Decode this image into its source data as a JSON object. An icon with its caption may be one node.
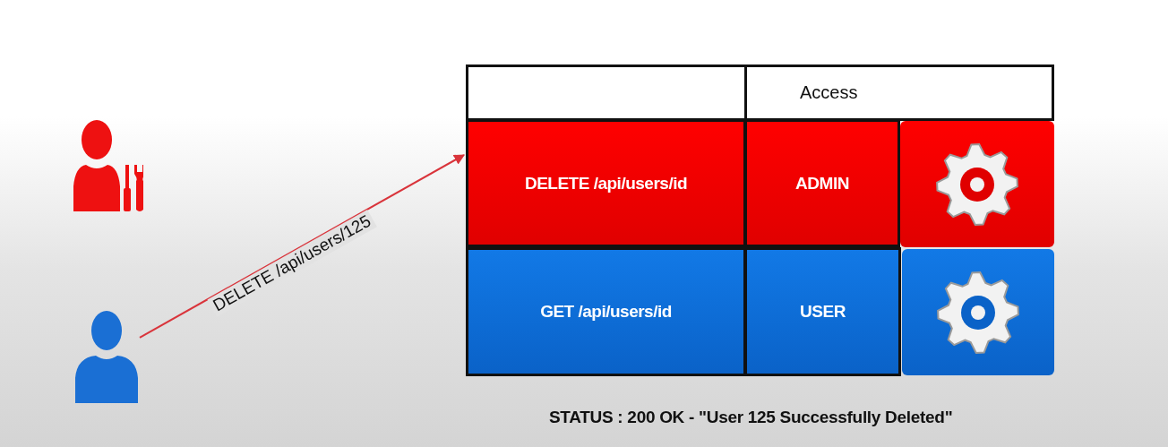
{
  "diagram": {
    "nodes": [
      {
        "text": [],
        "shape": "person"
      },
      {
        "text": [],
        "shape": "person"
      },
      {
        "text": [
          "DELETE /api/users/id"
        ]
      },
      {
        "text": [
          "ADMIN"
        ]
      },
      {
        "text": [],
        "shape": "box"
      },
      {
        "text": [
          "GET /api/users/id"
        ]
      },
      {
        "text": [
          "USER"
        ]
      },
      {
        "text": [],
        "shape": "box"
      }
    ],
    "edges": [
      {
        "from": 1,
        "to": 2,
        "arrow": "to",
        "label": "DELETE /api/users/125",
        "color": "#d9343b"
      }
    ],
    "labels": [
      "Access",
      "STATUS : 200 OK - \"User 125 Successfully Deleted\""
    ]
  }
}
